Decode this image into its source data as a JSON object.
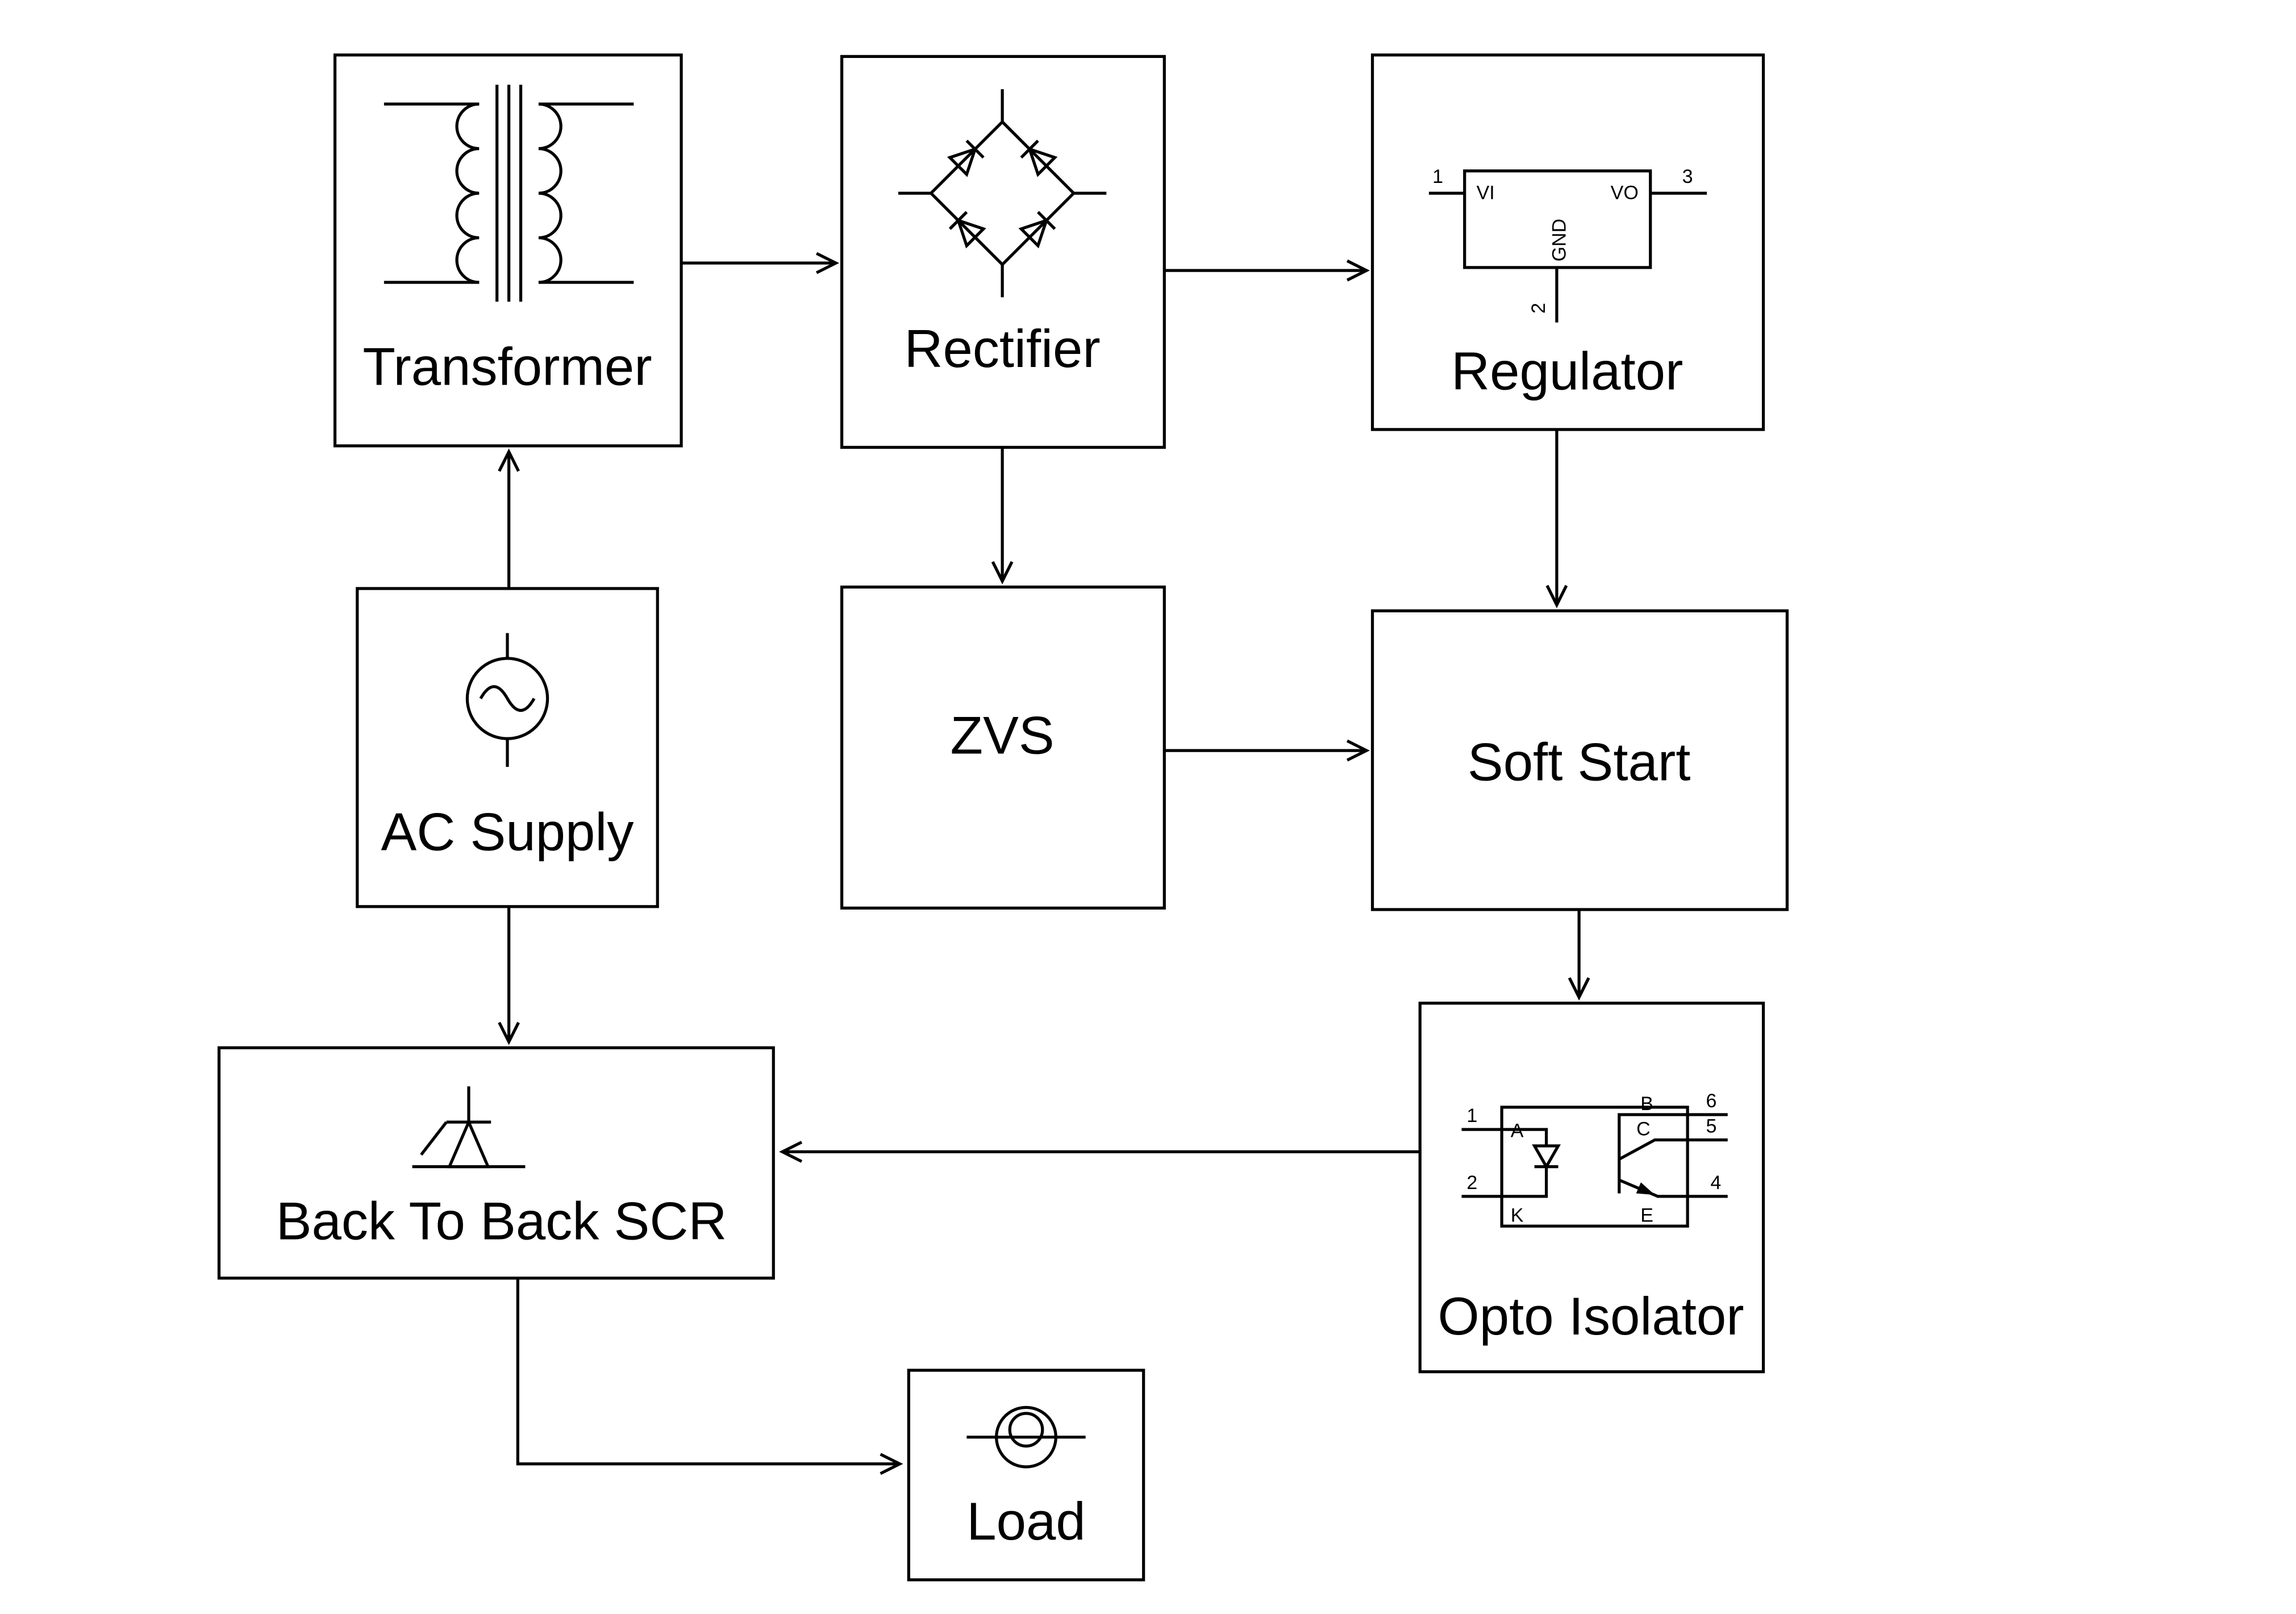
{
  "blocks": {
    "transformer": {
      "label": "Transformer"
    },
    "rectifier": {
      "label": "Rectifier"
    },
    "regulator": {
      "label": "Regulator",
      "pins": {
        "p1": "1",
        "p2": "2",
        "p3": "3",
        "vi": "VI",
        "vo": "VO",
        "gnd": "GND"
      }
    },
    "ac_supply": {
      "label": "AC Supply"
    },
    "zvs": {
      "label": "ZVS"
    },
    "soft_start": {
      "label": "Soft Start"
    },
    "back_to_back_scr": {
      "label": "Back To Back SCR"
    },
    "opto_isolator": {
      "label": "Opto Isolator",
      "pins": {
        "p1": "1",
        "p2": "2",
        "p4": "4",
        "p5": "5",
        "p6": "6",
        "anode": "A",
        "cathode": "K",
        "base": "B",
        "collector": "C",
        "emitter": "E"
      }
    },
    "load": {
      "label": "Load"
    }
  },
  "connections": [
    {
      "from": "AC Supply",
      "to": "Transformer"
    },
    {
      "from": "Transformer",
      "to": "Rectifier"
    },
    {
      "from": "Rectifier",
      "to": "Regulator"
    },
    {
      "from": "Rectifier",
      "to": "ZVS"
    },
    {
      "from": "Regulator",
      "to": "Soft Start"
    },
    {
      "from": "ZVS",
      "to": "Soft Start"
    },
    {
      "from": "Soft Start",
      "to": "Opto Isolator"
    },
    {
      "from": "Opto Isolator",
      "to": "Back To Back SCR"
    },
    {
      "from": "AC Supply",
      "to": "Back To Back SCR"
    },
    {
      "from": "Back To Back SCR",
      "to": "Load"
    }
  ],
  "colors": {
    "line": "#000000",
    "text": "#000000",
    "background": "#ffffff"
  }
}
